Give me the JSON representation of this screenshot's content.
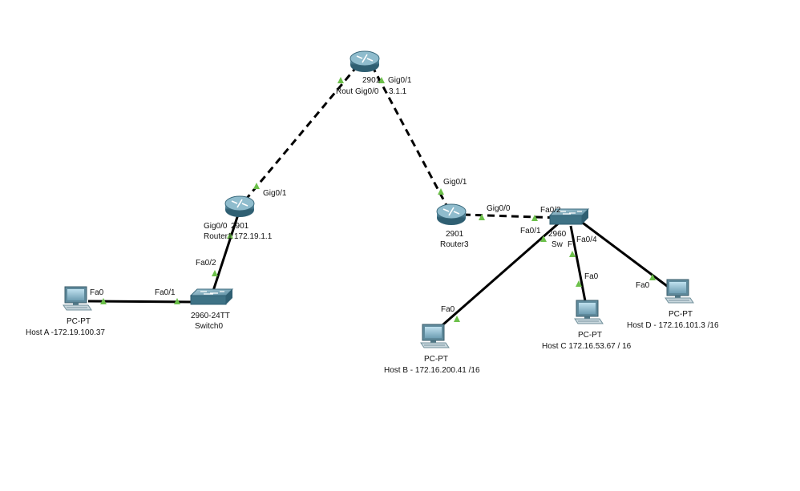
{
  "colors": {
    "link": "#000000",
    "port_up": "#6cc04a",
    "router_body": "#4d8296",
    "switch_body": "#4e7f93",
    "pc_body": "#6a8fa0"
  },
  "devices": {
    "router_top": {
      "model": "2901",
      "name_partial": "Rout",
      "ip_partial": "3.1.1",
      "icon": "router-icon"
    },
    "router_left": {
      "model": "2901",
      "name_partial": "Router1",
      "ip_partial": "172.19.1.1",
      "icon": "router-icon"
    },
    "router3": {
      "model": "2901",
      "name": "Router3",
      "icon": "router-icon"
    },
    "switch0": {
      "model": "2960-24TT",
      "name": "Switch0",
      "icon": "switch-icon"
    },
    "switch_right": {
      "model_partial": "2960",
      "name_partial_a": "Sw",
      "name_partial_b": "F",
      "icon": "switch-icon"
    },
    "host_a": {
      "type": "PC-PT",
      "label": "Host A -172.19.100.37",
      "icon": "pc-icon"
    },
    "host_b": {
      "type": "PC-PT",
      "label": "Host B - 172.16.200.41  /16",
      "icon": "pc-icon"
    },
    "host_c": {
      "type": "PC-PT",
      "label": "Host C 172.16.53.67 / 16",
      "icon": "pc-icon"
    },
    "host_d": {
      "type": "PC-PT",
      "label": "Host D   - 172.16.101.3  /16",
      "icon": "pc-icon"
    }
  },
  "ports": {
    "top_gig0_1": "Gig0/1",
    "top_gig0_0": "Gig0/0",
    "left_gig0_1": "Gig0/1",
    "left_gig0_0": "Gig0/0",
    "r3_gig0_1": "Gig0/1",
    "r3_gig0_0": "Gig0/0",
    "sw0_fa0_2": "Fa0/2",
    "sw0_fa0_1": "Fa0/1",
    "hosta_fa0": "Fa0",
    "swr_fa0_2": "Fa0/2",
    "swr_fa0_1": "Fa0/1",
    "swr_fa0_4": "Fa0/4",
    "hostb_fa0": "Fa0",
    "hostc_fa0": "Fa0",
    "hostd_fa0": "Fa0"
  }
}
